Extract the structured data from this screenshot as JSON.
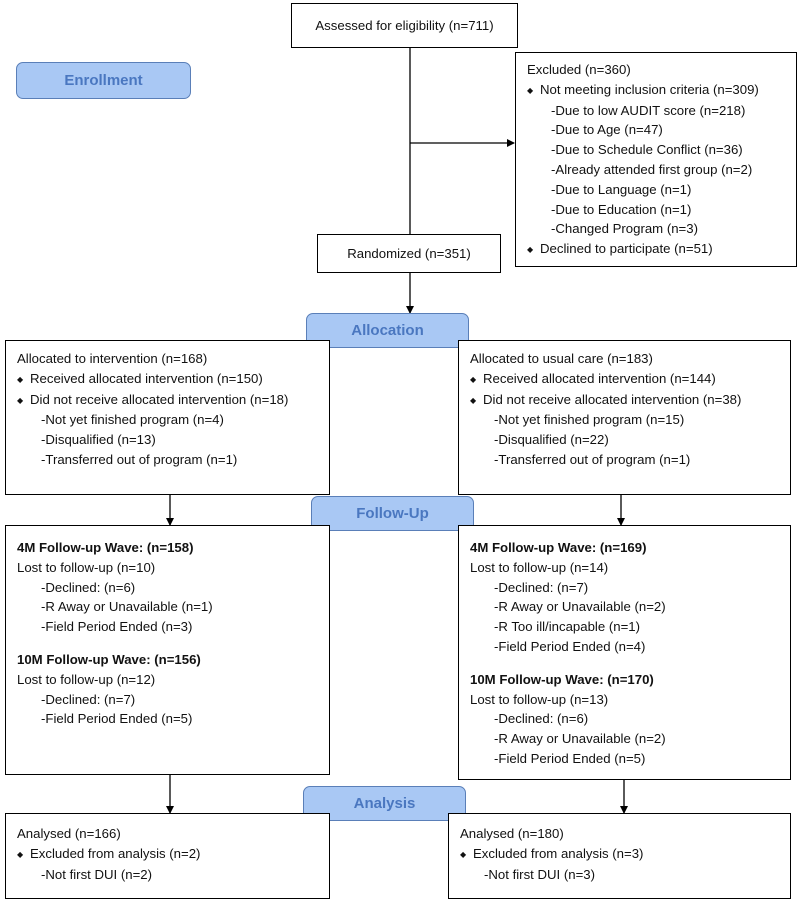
{
  "stages": {
    "enrollment": "Enrollment",
    "allocation": "Allocation",
    "follow_up": "Follow-Up",
    "analysis": "Analysis"
  },
  "assessed": "Assessed for eligibility (n=711)",
  "excluded": {
    "title": "Excluded (n=360)",
    "not_meeting": "Not meeting inclusion criteria (n=309)",
    "reasons": [
      "-Due to low AUDIT score (n=218)",
      "-Due to Age (n=47)",
      "-Due to Schedule Conflict (n=36)",
      "-Already attended first group (n=2)",
      "-Due to Language (n=1)",
      "-Due to Education (n=1)",
      "-Changed Program (n=3)"
    ],
    "declined": "Declined to participate (n=51)"
  },
  "randomized": "Randomized (n=351)",
  "allocation": {
    "left": {
      "title": "Allocated to intervention (n=168)",
      "received": "Received allocated intervention (n=150)",
      "not_received": "Did not receive allocated intervention (n=18)",
      "reasons": [
        "-Not yet finished program (n=4)",
        "-Disqualified (n=13)",
        "-Transferred out of program (n=1)"
      ]
    },
    "right": {
      "title": "Allocated to usual care (n=183)",
      "received": "Received allocated intervention (n=144)",
      "not_received": "Did not receive allocated intervention (n=38)",
      "reasons": [
        "-Not yet finished program (n=15)",
        "-Disqualified (n=22)",
        "-Transferred out of program (n=1)"
      ]
    }
  },
  "followup": {
    "left": {
      "wave4": "4M Follow-up Wave: (n=158)",
      "lost4": "Lost to follow-up (n=10)",
      "reasons4": [
        "-Declined: (n=6)",
        "-R Away or Unavailable (n=1)",
        "-Field Period Ended (n=3)"
      ],
      "wave10": "10M Follow-up Wave: (n=156)",
      "lost10": "Lost to follow-up (n=12)",
      "reasons10": [
        "-Declined: (n=7)",
        "-Field Period Ended (n=5)"
      ]
    },
    "right": {
      "wave4": "4M Follow-up Wave: (n=169)",
      "lost4": "Lost to follow-up (n=14)",
      "reasons4": [
        "-Declined: (n=7)",
        "-R Away or Unavailable (n=2)",
        "-R Too ill/incapable (n=1)",
        "-Field Period Ended (n=4)"
      ],
      "wave10": "10M Follow-up Wave: (n=170)",
      "lost10": "Lost to follow-up (n=13)",
      "reasons10": [
        "-Declined: (n=6)",
        "-R Away or Unavailable (n=2)",
        "-Field Period Ended (n=5)"
      ]
    }
  },
  "analysis": {
    "left": {
      "title": "Analysed (n=166)",
      "excluded": "Excluded from analysis (n=2)",
      "reasons": [
        "-Not first DUI (n=2)"
      ]
    },
    "right": {
      "title": "Analysed (n=180)",
      "excluded": "Excluded from analysis (n=3)",
      "reasons": [
        "-Not first DUI (n=3)"
      ]
    }
  }
}
